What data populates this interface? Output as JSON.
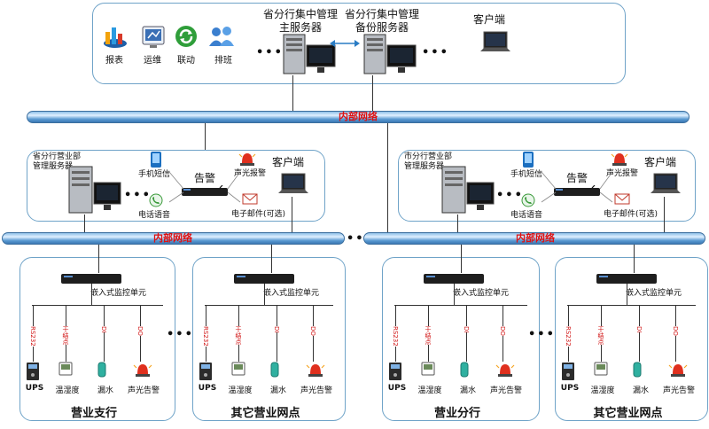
{
  "top": {
    "apps": [
      {
        "label": "报表",
        "icon": "report-chart-icon"
      },
      {
        "label": "运维",
        "icon": "maintenance-icon"
      },
      {
        "label": "联动",
        "icon": "link-refresh-icon"
      },
      {
        "label": "排班",
        "icon": "people-schedule-icon"
      }
    ],
    "main_server": "省分行集中管理\n主服务器",
    "backup_server": "省分行集中管理\n备份服务器",
    "client": "客户端",
    "dots": "•••"
  },
  "network_label": "内部网络",
  "mid_left": {
    "server": "省分行营业部\n管理服务器",
    "sms": "手机短信",
    "voice": "电话语音",
    "alarm": "告警",
    "sound_light": "声光报警",
    "email": "电子邮件(可选)",
    "client": "客户端"
  },
  "mid_right": {
    "server": "市分行营业部\n管理服务器",
    "sms": "手机短信",
    "voice": "电话语音",
    "alarm": "告警",
    "sound_light": "声光报警",
    "email": "电子邮件(可选)",
    "client": "客户端"
  },
  "bottom": {
    "unit_label": "嵌入式监控单元",
    "line_labels": [
      "RS232",
      "干结点",
      "DI",
      "DO"
    ],
    "sensors": [
      "UPS",
      "温湿度",
      "漏水",
      "声光告警"
    ],
    "groups": [
      "营业支行",
      "其它营业网点",
      "营业分行",
      "其它营业网点"
    ],
    "dots": "•••"
  }
}
